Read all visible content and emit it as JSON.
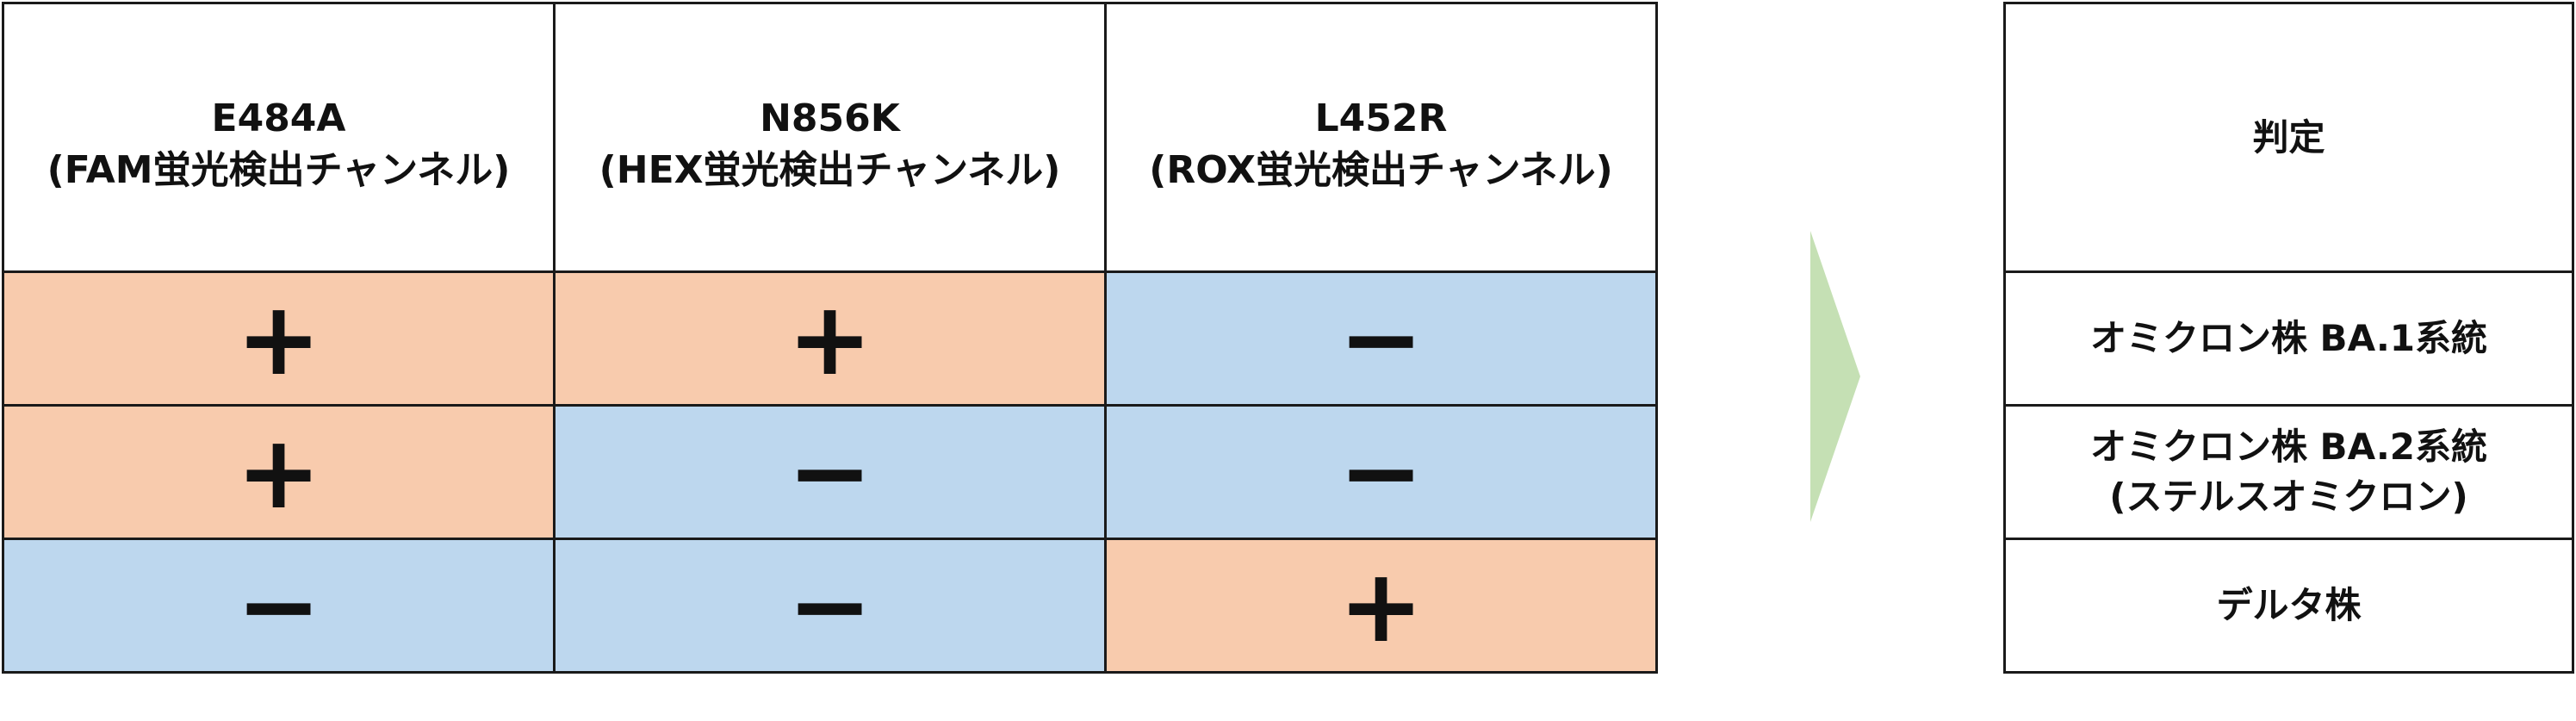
{
  "columns": [
    {
      "name": "E484A",
      "channel": "(FAM蛍光検出チャンネル)"
    },
    {
      "name": "N856K",
      "channel": "(HEX蛍光検出チャンネル)"
    },
    {
      "name": "L452R",
      "channel": "(ROX蛍光検出チャンネル)"
    }
  ],
  "rows": [
    {
      "cells": [
        "+",
        "+",
        "−"
      ],
      "result": [
        "オミクロン株 BA.1系統"
      ]
    },
    {
      "cells": [
        "+",
        "−",
        "−"
      ],
      "result": [
        "オミクロン株 BA.2系統",
        "(ステルスオミクロン)"
      ]
    },
    {
      "cells": [
        "−",
        "−",
        "+"
      ],
      "result": [
        "デルタ株"
      ]
    }
  ],
  "judgement_header": "判定",
  "colors": {
    "positive": "#f8cbad",
    "negative": "#bdd7ee",
    "arrow": "#c5e0b4",
    "border": "#1a1a1a"
  }
}
